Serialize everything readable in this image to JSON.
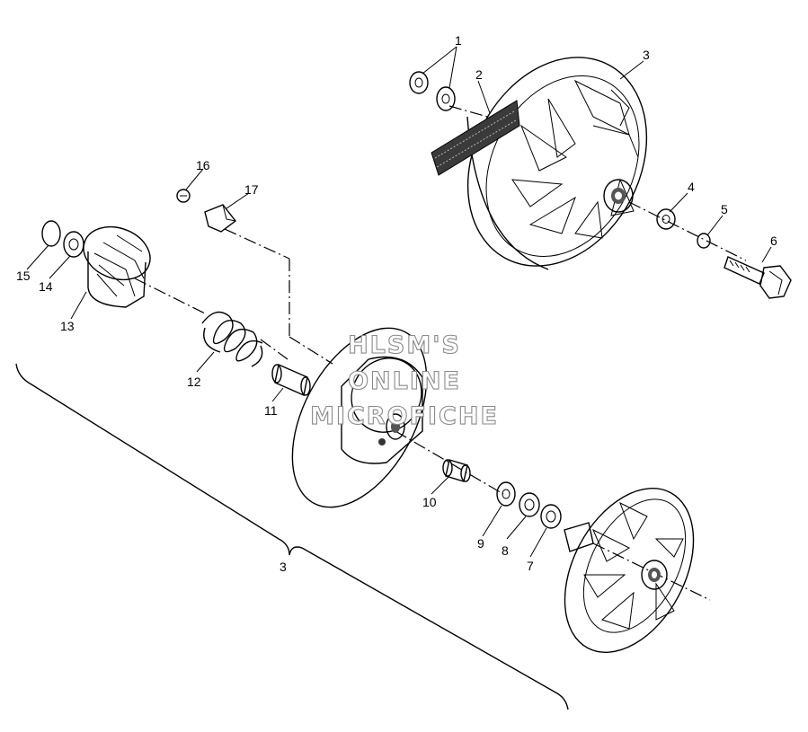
{
  "diagram": {
    "callouts": [
      "1",
      "2",
      "3",
      "4",
      "5",
      "6",
      "7",
      "8",
      "9",
      "10",
      "11",
      "12",
      "13",
      "14",
      "15",
      "16",
      "17",
      "3"
    ],
    "watermark": [
      "HLSM'S",
      "ONLINE",
      "MICROFICHE"
    ]
  }
}
